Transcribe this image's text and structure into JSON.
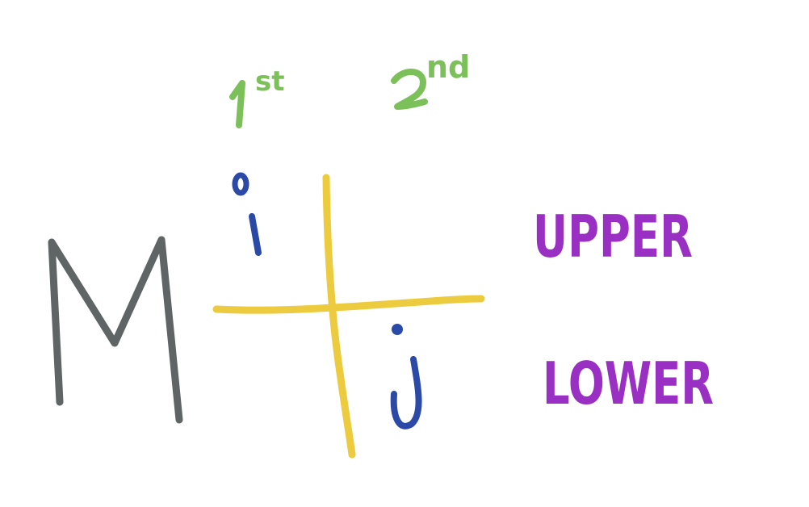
{
  "labels": {
    "matrix": "M",
    "first": "1st",
    "second": "2nd",
    "row_index": "i",
    "col_index": "j",
    "upper": "UPPER",
    "lower": "LOWER"
  },
  "colors": {
    "background": "#ffffff",
    "matrix": "#5f6465",
    "order": "#7cc05a",
    "index": "#2b4aa8",
    "axes": "#eccb3f",
    "case": "#9a2fc4"
  }
}
